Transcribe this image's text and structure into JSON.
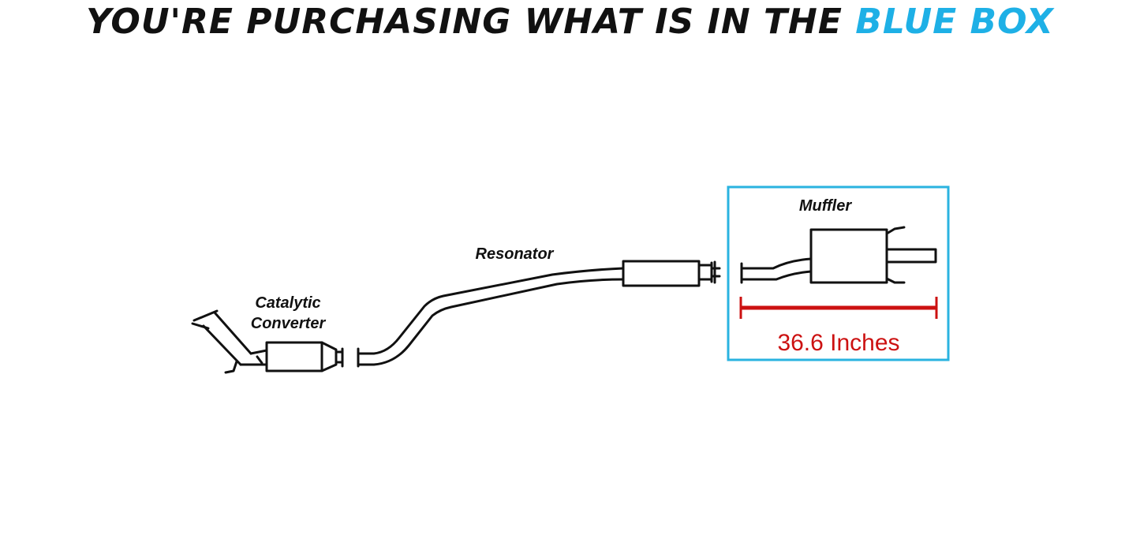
{
  "headline": {
    "text": "YOU'RE PURCHASING WHAT IS IN THE",
    "accent": "BLUE BOX"
  },
  "labels": {
    "catalytic_line1": "Catalytic",
    "catalytic_line2": "Converter",
    "resonator": "Resonator",
    "muffler": "Muffler"
  },
  "measurement": {
    "text": "36.6 Inches"
  },
  "colors": {
    "accent": "#1eb0e6",
    "highlight_box": "#2ab3e0",
    "measure": "#cc1111",
    "line": "#111111"
  }
}
